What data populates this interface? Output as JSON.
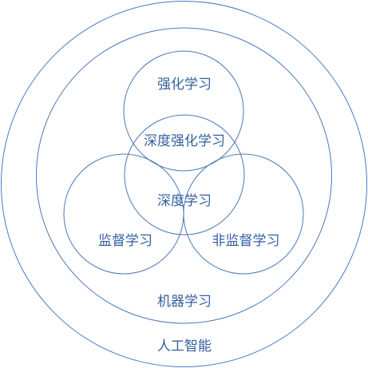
{
  "diagram": {
    "sets": {
      "ai": "人工智能",
      "ml": "机器学习",
      "rl": "强化学习",
      "supervised": "监督学习",
      "unsupervised": "非监督学习"
    },
    "overlaps": {
      "deep_rl": "深度强化学习",
      "deep_learning": "深度学习"
    },
    "colors": {
      "stroke": "#4a7ab8",
      "text": "#35609f",
      "background": "#ffffff"
    }
  }
}
